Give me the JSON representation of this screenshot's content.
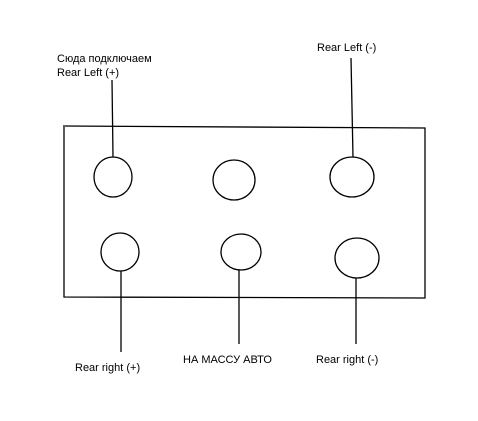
{
  "colors": {
    "line": "#000000",
    "background": "#ffffff"
  },
  "labels": {
    "rear_left_plus_line1": "Сюда подключаем",
    "rear_left_plus_line2": "Rear Left (+)",
    "rear_left_minus": "Rear Left (-)",
    "rear_right_plus": "Rear right (+)",
    "ground": "НА МАССУ АВТО",
    "rear_right_minus": "Rear right (-)"
  }
}
